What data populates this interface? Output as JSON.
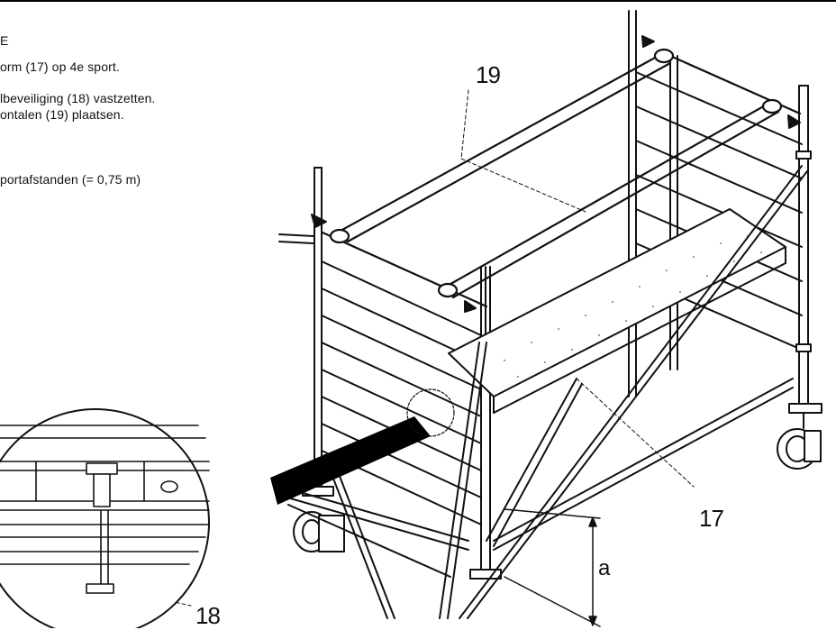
{
  "instructions": [
    "E",
    "orm (17) op 4e sport.",
    "lbeveiliging (18) vastzetten.",
    "ontalen (19) plaatsen.",
    "portafstanden (= 0,75 m)"
  ],
  "callouts": {
    "horizontals": "19",
    "platform": "17",
    "fall_protection": "18",
    "height": "a"
  }
}
